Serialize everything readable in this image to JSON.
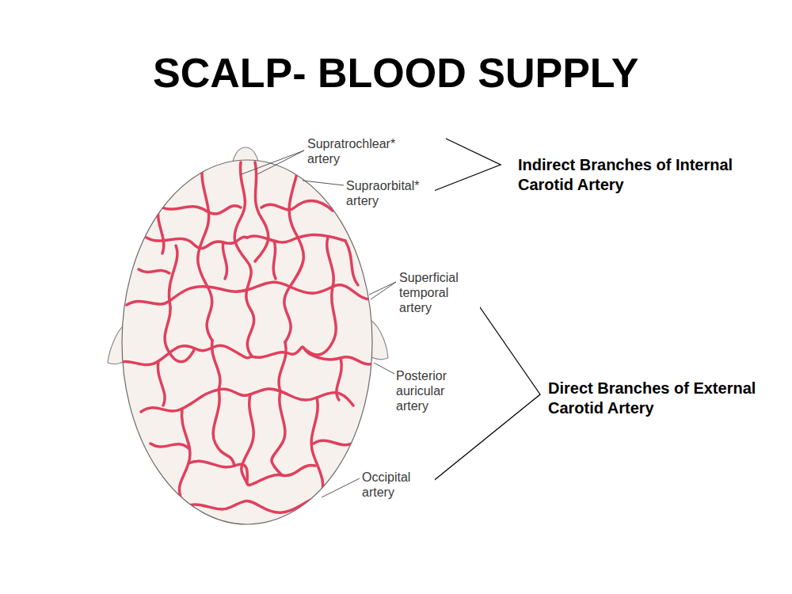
{
  "diagram": {
    "title": "SCALP- BLOOD SUPPLY",
    "labels": [
      "Supratrochlear* artery",
      "Supraorbital* artery",
      "Superficial temporal artery",
      "Posterior auricular artery",
      "Occipital artery",
      "Indirect Branches of Internal Carotid Artery",
      "Direct Branches of External Carotid Artery"
    ]
  }
}
